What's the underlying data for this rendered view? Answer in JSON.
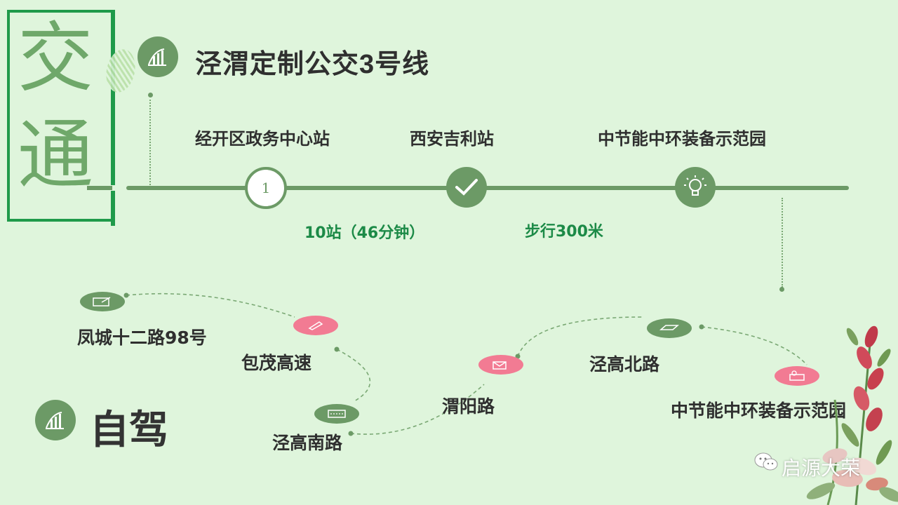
{
  "heading": {
    "char_top": "交",
    "char_bottom": "通"
  },
  "bus": {
    "title": "泾渭定制公交3号线",
    "stops": [
      "经开区政务中心站",
      "西安吉利站",
      "中节能中环装备示范园"
    ],
    "segments": [
      "10站（46分钟）",
      "步行300米"
    ],
    "node_one_text": "1"
  },
  "drive": {
    "title": "自驾",
    "route": [
      "凤城十二路98号",
      "包茂高速",
      "泾高南路",
      "渭阳路",
      "泾高北路",
      "中节能中环装备示范园"
    ]
  },
  "watermark": "启源大荣",
  "colors": {
    "background": "#dff5dc",
    "frame_green": "#1f9a4a",
    "accent_green": "#6c9a66",
    "segment_text": "#1c8a47",
    "pink": "#f27b93"
  },
  "icons": [
    "chart-icon",
    "check-icon",
    "lightbulb-icon",
    "wechat-icon"
  ]
}
